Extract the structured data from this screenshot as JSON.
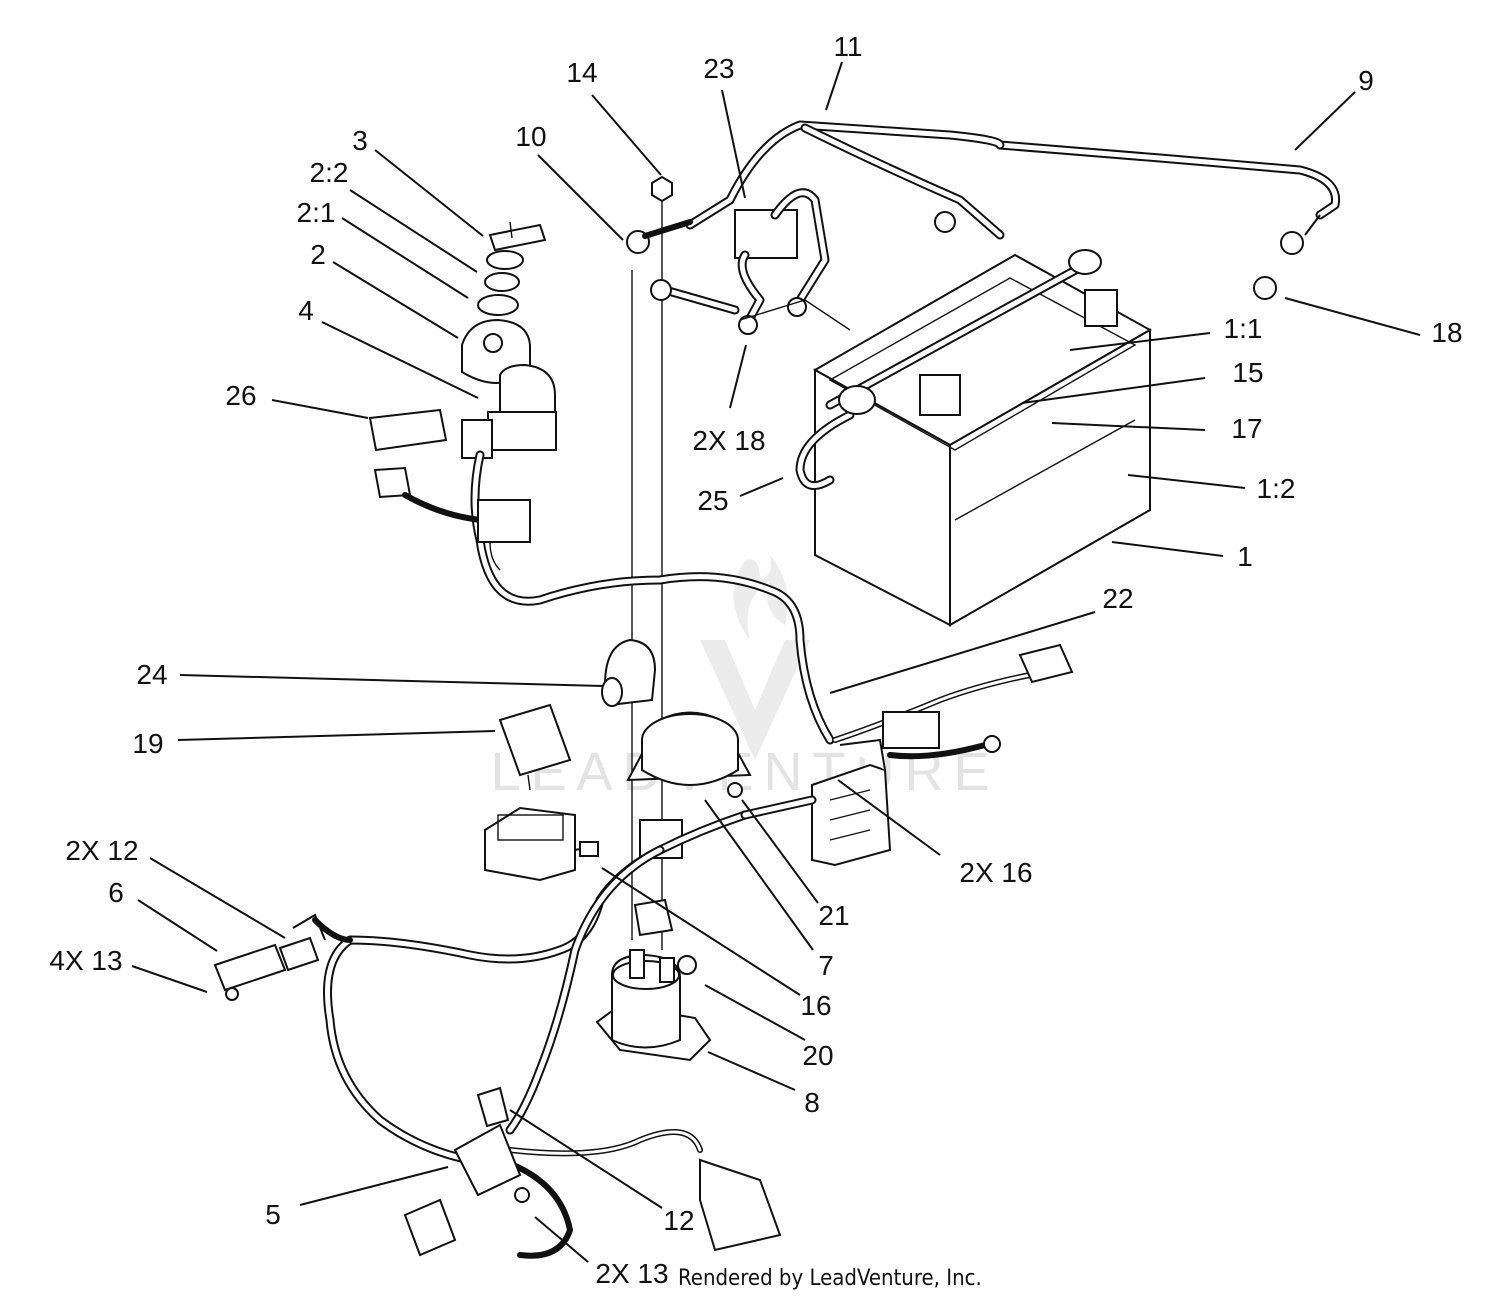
{
  "callouts": [
    {
      "id": "c11",
      "text": "11"
    },
    {
      "id": "c9",
      "text": "9"
    },
    {
      "id": "c23",
      "text": "23"
    },
    {
      "id": "c14",
      "text": "14"
    },
    {
      "id": "c10",
      "text": "10"
    },
    {
      "id": "c3",
      "text": "3"
    },
    {
      "id": "c2_2",
      "text": "2:2"
    },
    {
      "id": "c2_1",
      "text": "2:1"
    },
    {
      "id": "c2",
      "text": "2"
    },
    {
      "id": "c4",
      "text": "4"
    },
    {
      "id": "c26",
      "text": "26"
    },
    {
      "id": "c18a",
      "text": "18"
    },
    {
      "id": "c1_1",
      "text": "1:1"
    },
    {
      "id": "c15",
      "text": "15"
    },
    {
      "id": "c17",
      "text": "17"
    },
    {
      "id": "c1_2",
      "text": "1:2"
    },
    {
      "id": "c1",
      "text": "1"
    },
    {
      "id": "c2x18",
      "text": "2X 18"
    },
    {
      "id": "c25",
      "text": "25"
    },
    {
      "id": "c22",
      "text": "22"
    },
    {
      "id": "c24",
      "text": "24"
    },
    {
      "id": "c19",
      "text": "19"
    },
    {
      "id": "c2x16",
      "text": "2X 16"
    },
    {
      "id": "c2x12",
      "text": "2X 12"
    },
    {
      "id": "c6",
      "text": "6"
    },
    {
      "id": "c4x13",
      "text": "4X 13"
    },
    {
      "id": "c21",
      "text": "21"
    },
    {
      "id": "c7",
      "text": "7"
    },
    {
      "id": "c16",
      "text": "16"
    },
    {
      "id": "c20",
      "text": "20"
    },
    {
      "id": "c8",
      "text": "8"
    },
    {
      "id": "c5",
      "text": "5"
    },
    {
      "id": "c12",
      "text": "12"
    },
    {
      "id": "c2x13",
      "text": "2X 13"
    }
  ],
  "credit": "Rendered by LeadVenture, Inc.",
  "watermark": "LEADVENTURE"
}
